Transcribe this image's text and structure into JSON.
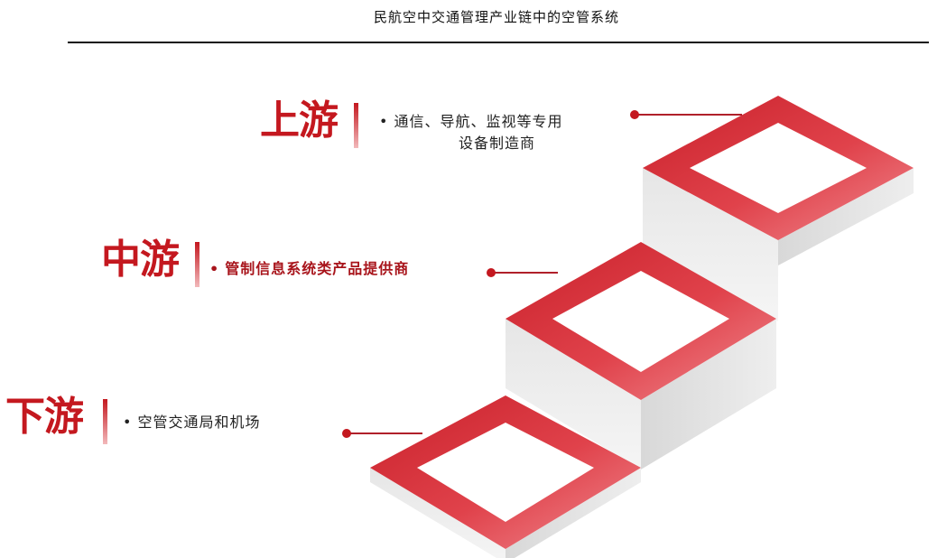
{
  "title": "民航空中交通管理产业链中的空管系统",
  "colors": {
    "accent": "#d42b35",
    "label": "#c4181f",
    "highlight_text": "#a8141b",
    "step_face": "#ececec",
    "step_side": "#dcdcdc"
  },
  "tiers": [
    {
      "label": "上游",
      "bullet": "•",
      "lines": [
        "通信、导航、监视等专用",
        "设备制造商"
      ]
    },
    {
      "label": "中游",
      "bullet": "•",
      "lines": [
        "管制信息系统类产品提供商"
      ]
    },
    {
      "label": "下游",
      "bullet": "•",
      "lines": [
        "空管交通局和机场"
      ]
    }
  ]
}
